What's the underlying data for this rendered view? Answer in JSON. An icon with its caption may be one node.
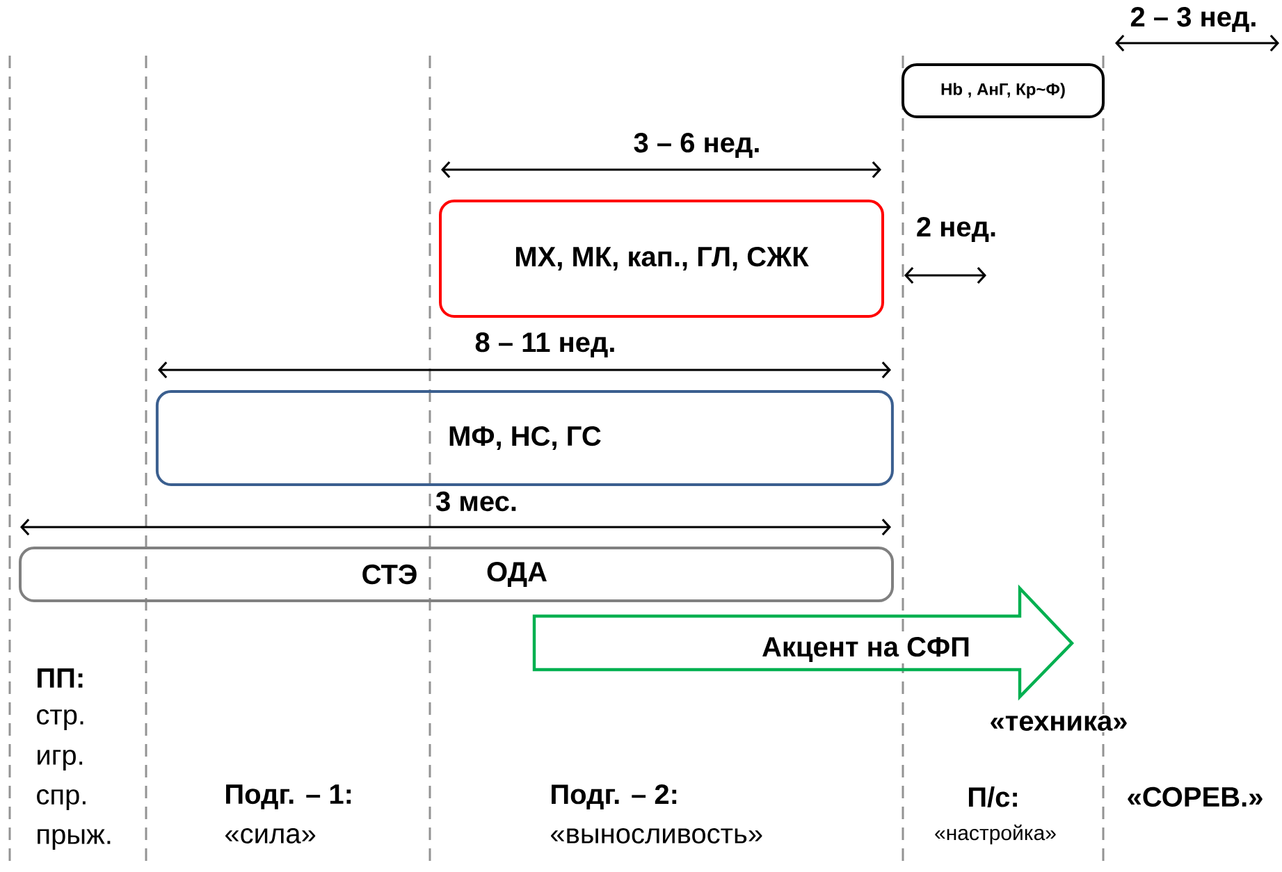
{
  "diagram": {
    "nodes": [
      {
        "text": [
          "Hb , АнГ, Кр~Ф)"
        ]
      },
      {
        "text": [
          "МХ, МК, кап., ГЛ, СЖК"
        ]
      },
      {
        "text": [
          "МФ, НС, ГС"
        ]
      },
      {
        "text": [
          "СТЭ",
          "ОДА"
        ]
      },
      {
        "text": [
          "Акцент на СФП"
        ]
      }
    ],
    "labels": [
      "2 – 3 нед.",
      "3 – 6 нед.",
      "2 нед.",
      "8 – 11 нед.",
      "3 мес.",
      "ПП:",
      "стр.",
      "игр.",
      "спр.",
      "прыж.",
      "«техника»",
      "Подг. – 1:",
      "«сила»",
      "Подг. – 2:",
      "«выносливость»",
      "П/с:",
      "«настройка»",
      "«СОРЕВ.»"
    ]
  }
}
